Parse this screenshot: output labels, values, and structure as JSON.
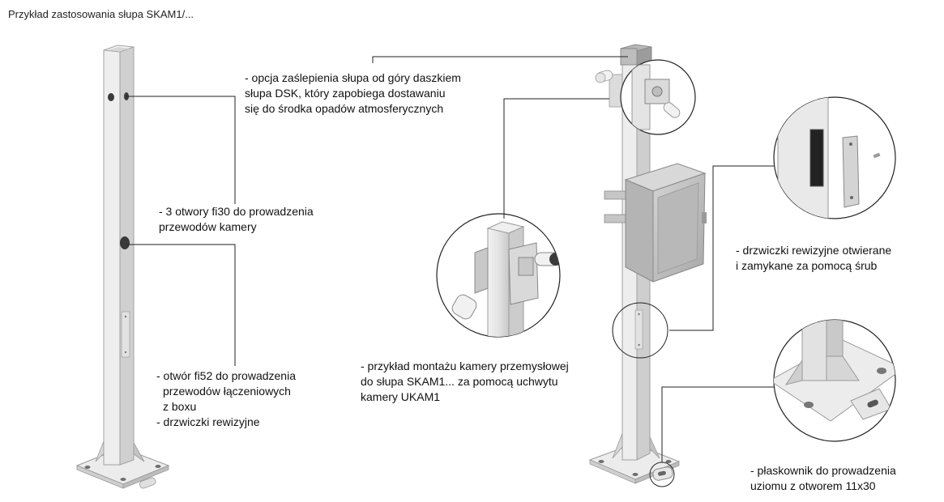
{
  "title": "Przykład zastosowania słupa SKAM1/...",
  "callouts": {
    "dsk_cap": [
      "- opcja zaślepienia słupa od góry daszkiem",
      "słupa DSK, który zapobiega dostawaniu",
      "się do środka opadów atmosferycznych"
    ],
    "holes_fi30": [
      "- 3 otwory fi30 do prowadzenia",
      "przewodów kamery"
    ],
    "hole_fi52": [
      "- otwór fi52 do prowadzenia",
      "przewodów łączeniowych",
      "z boxu",
      "- drzwiczki rewizyjne"
    ],
    "camera_mount": [
      "- przykład montażu kamery przemysłowej",
      "do słupa SKAM1... za pomocą uchwytu",
      "kamery UKAM1"
    ],
    "inspection_door": [
      "- drzwiczki rewizyjne otwierane",
      "i zamykane za pomocą śrub"
    ],
    "ground_flat_bar": [
      "- płaskownik do prowadzenia",
      "uziomu z otworem 11x30"
    ]
  },
  "colors": {
    "metal_light": "#e6e6e6",
    "metal_mid": "#cfcfcf",
    "metal_dark": "#a9a9a9",
    "line": "#222222",
    "box": "#b9b9b9"
  }
}
